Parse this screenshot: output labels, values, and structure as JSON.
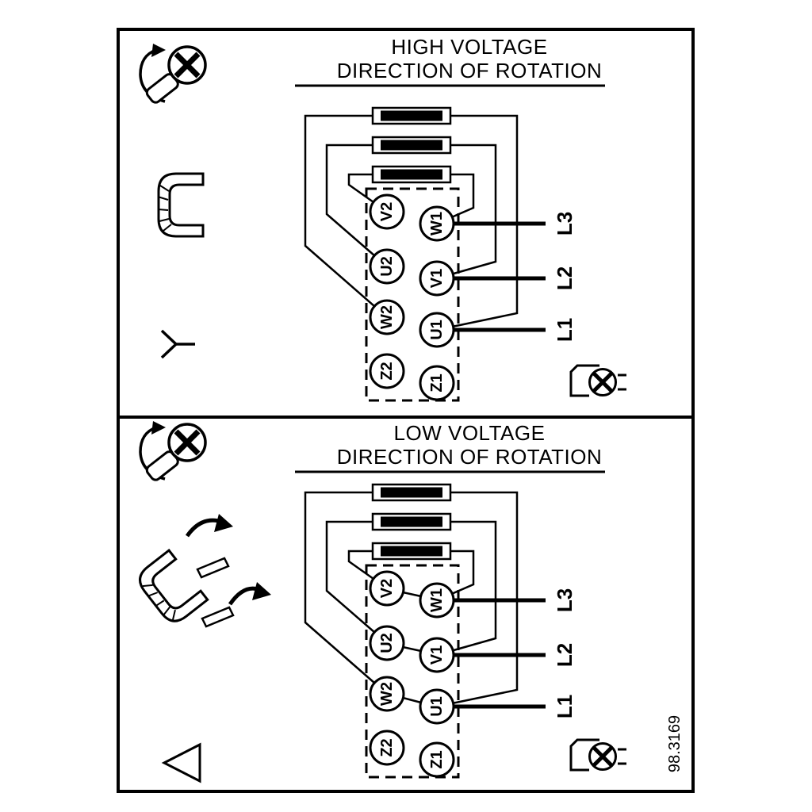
{
  "panels": {
    "top": {
      "title_line1": "HIGH VOLTAGE",
      "title_line2": "DIRECTION OF ROTATION",
      "connection": "star",
      "terminals_left": [
        "V2",
        "U2",
        "W2",
        "Z2"
      ],
      "terminals_right": [
        "W1",
        "V1",
        "U1",
        "Z1"
      ],
      "supply_lines": [
        "L3",
        "L2",
        "L1"
      ]
    },
    "bottom": {
      "title_line1": "LOW VOLTAGE",
      "title_line2": "DIRECTION OF ROTATION",
      "connection": "delta",
      "terminals_left": [
        "V2",
        "U2",
        "W2",
        "Z2"
      ],
      "terminals_right": [
        "W1",
        "V1",
        "U1",
        "Z1"
      ],
      "supply_lines": [
        "L3",
        "L2",
        "L1"
      ]
    }
  },
  "part_number": "98.3169",
  "icons": {
    "top": [
      "screw-rotation-icon",
      "link-jumper-icon",
      "star-connection-icon",
      "earth-clamp-icon"
    ],
    "bottom": [
      "screw-rotation-icon",
      "link-reposition-arrows-icon",
      "delta-connection-icon",
      "earth-clamp-icon"
    ]
  },
  "colors": {
    "diagram_line": "#000000",
    "background": "#ffffff"
  }
}
